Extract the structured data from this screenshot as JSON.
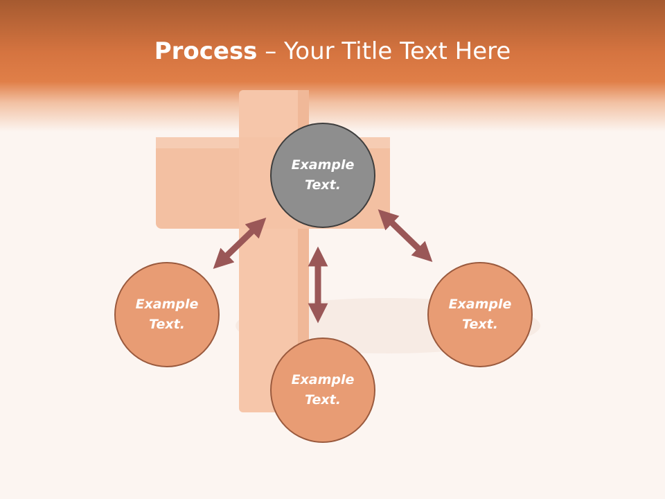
{
  "slide": {
    "title_bold": "Process",
    "title_rest": " – Your Title Text Here"
  },
  "diagram": {
    "center": {
      "line1": "Example",
      "line2": "Text."
    },
    "left": {
      "line1": "Example",
      "line2": "Text."
    },
    "bottom": {
      "line1": "Example",
      "line2": "Text."
    },
    "right": {
      "line1": "Example",
      "line2": "Text."
    }
  },
  "colors": {
    "header": "#e07f48",
    "circle_fill": "#e89c74",
    "circle_border": "#9a5a3e",
    "center_fill": "#8e8e8e",
    "arrow": "#9a5757"
  }
}
